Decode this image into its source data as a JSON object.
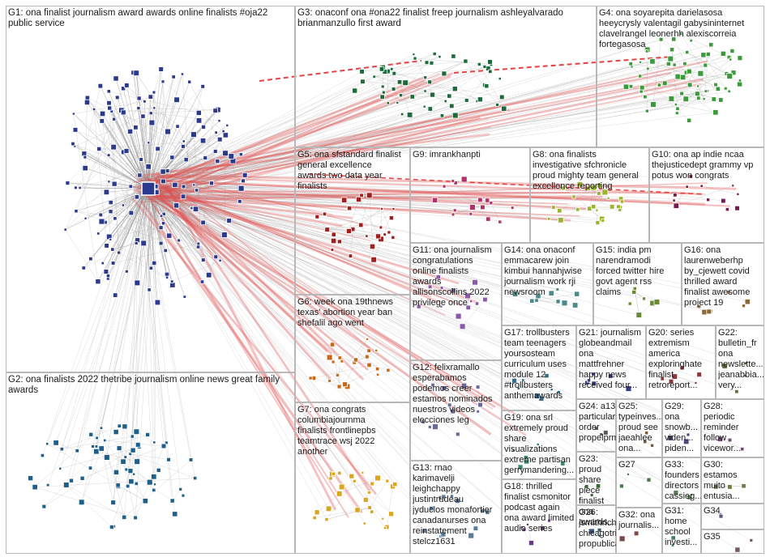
{
  "groups": [
    {
      "id": "G1",
      "label": "G1: ona finalist journalism award awards online finalists #oja22\npublic service",
      "color": "#2b3a8c"
    },
    {
      "id": "G2",
      "label": "G2: ona finalists 2022 thetribe journalism online news great family\nawards",
      "color": "#1f5f8b"
    },
    {
      "id": "G3",
      "label": "G3: onaconf ona #ona22 finalist freep journalism ashleyalvarado\nbrianmanzullo first award",
      "color": "#1d6b3a"
    },
    {
      "id": "G4",
      "label": "G4: ona soyarepita darielasosa\nheeycrysly valentagil gabysininternet\nclavelrangel leonerhh alexiscorreia\nfortegasosa",
      "color": "#3c9a3c"
    },
    {
      "id": "G5",
      "label": "G5: ona sfstandard finalist\ngeneral excellence\nawards two data year\nfinalists",
      "color": "#a02020"
    },
    {
      "id": "G6",
      "label": "G6: week ona 19thnews\ntexas' abortion year ban\nshefalil ago went",
      "color": "#c86a1a"
    },
    {
      "id": "G7",
      "label": "G7: ona congrats\ncolumbiajournma\nfinalists frontlinepbs\nteamtrace wsj 2022\nanother",
      "color": "#d9a61e"
    },
    {
      "id": "G8",
      "label": "G8: ona finalists\ninvestigative sfchronicle\nproud mighty team general\nexcellence reporting",
      "color": "#9ab52a"
    },
    {
      "id": "G9",
      "label": "G9: imrankhanpti",
      "color": "#b0306a"
    },
    {
      "id": "G10",
      "label": "G10: ona ap indie ncaa\nthejusticedept grammy vp\npotus won congrats",
      "color": "#7a1a4a"
    },
    {
      "id": "G11",
      "label": "G11: ona journalism\ncongratulations\nonline finalists\nawards\nallisonscollins 2022\nprivilege once",
      "color": "#8a5aa8"
    },
    {
      "id": "G12",
      "label": "G12: felixramallo\nesperabamos\npodemos creer\nestamos nominados\nnuestros videos\nelecciones leg",
      "color": "#6a6a9a"
    },
    {
      "id": "G13",
      "label": "G13: rnao\nkarimavelji\nleighchappy\njustintrudeau\njyduclos monafortier\ncanadanurses ona\nreinstatement\nstelcz1631",
      "color": "#5a7a9a"
    },
    {
      "id": "G14",
      "label": "G14: ona onaconf\nemmacarew join\nkimbui hannahjwise\njournalism work rji\nnewsroom",
      "color": "#4a8a8a"
    },
    {
      "id": "G15",
      "label": "G15: india pm\nnarendramodi\nforced twitter hire\ngovt agent rss\nclaims",
      "color": "#6a8a3a"
    },
    {
      "id": "G16",
      "label": "G16: ona\nlaurenweberhp\nby_cjewett covid\nthrilled award\nfinalist awesome\nproject 19",
      "color": "#8a6a3a"
    },
    {
      "id": "G17",
      "label": "G17: trollbusters\nteam teenagers\nyoursosteam\ncurriculum uses\nmodule 12\n#trollbusters\nanthemawards",
      "color": "#3a6a8a"
    },
    {
      "id": "G18",
      "label": "G18: thrilled\nfinalist csmonitor\npodcast again\nona award limited\naudio series",
      "color": "#6a3a8a"
    },
    {
      "id": "G19",
      "label": "G19: ona srl\nextremely proud\nshare\nvisualizations\nextreme partisan\ngerrymandering...",
      "color": "#3a8a6a"
    },
    {
      "id": "G20",
      "label": "G20: series\nextremism\namerica\nexploringhate\nfinalist\nretroreport...",
      "color": "#8a3a3a"
    },
    {
      "id": "G21",
      "label": "G21: journalism\nglobeandmail\nona\nmattfrehner\nhappy news\nreceived four...",
      "color": "#3a3a8a"
    },
    {
      "id": "G22",
      "label": "G22:\nbulletin_fr\nona\nnewslette...\njeanabbia...\nvery...",
      "color": "#6a6a3a"
    },
    {
      "id": "G23",
      "label": "G23: proud\nshare piece\nfinalist ona\nawards...",
      "color": "#3a6a3a"
    },
    {
      "id": "G24",
      "label": "G24: a13\nparticular\norder\npropelprm...",
      "color": "#5a5a5a"
    },
    {
      "id": "G25",
      "label": "G25:\ntypeinves...\nproud see\njaeahlee\nona...",
      "color": "#7a5a3a"
    },
    {
      "id": "G26",
      "label": "G26:\njsmithrichar...\nchicagotribu...\npropublica...",
      "color": "#3a5a7a"
    },
    {
      "id": "G27",
      "label": "G27",
      "color": "#4a7a4a"
    },
    {
      "id": "G28",
      "label": "G28:\nperiodic\nreminder\nfollow\nvicewor...",
      "color": "#7a4a7a"
    },
    {
      "id": "G29",
      "label": "G29:\nona\nsnowb...\nviden...\npiden...",
      "color": "#4a4a7a"
    },
    {
      "id": "G30",
      "label": "G30:\nestamos\nmuito\nentusia...",
      "color": "#7a7a4a"
    },
    {
      "id": "G31",
      "label": "G31:\nhome\nschool\ninvesti...",
      "color": "#4a7a7a"
    },
    {
      "id": "G32",
      "label": "G32: ona\njournalis...",
      "color": "#7a4a4a"
    },
    {
      "id": "G33",
      "label": "G33:\nfounders\ndirectors\ncassieg...",
      "color": "#5a7a5a"
    },
    {
      "id": "G34",
      "label": "G34",
      "color": "#5a5a7a"
    },
    {
      "id": "G35",
      "label": "G35",
      "color": "#7a5a5a"
    }
  ]
}
